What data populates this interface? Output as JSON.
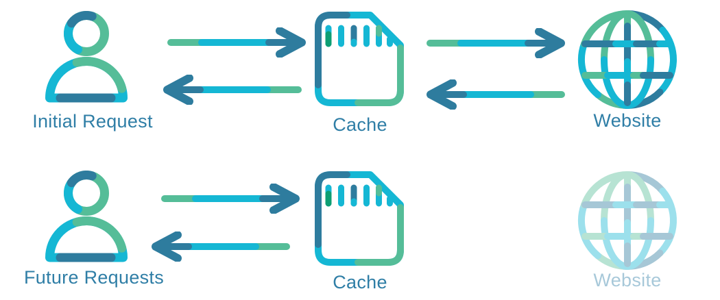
{
  "colors": {
    "cyan": "#15B7D4",
    "steel_teal": "#2E7C9E",
    "green": "#55BD98",
    "dark_green": "#0D9E73",
    "label_text": "#2F7EA6"
  },
  "rows": [
    {
      "source_label": "Initial Request",
      "cache_label": "Cache",
      "website_label": "Website",
      "website_state": "active"
    },
    {
      "source_label": "Future Requests",
      "cache_label": "Cache",
      "website_label": "Website",
      "website_state": "faded"
    }
  ],
  "icons": {
    "source": "user-icon",
    "cache": "memory-card-icon",
    "website": "globe-icon",
    "request": "arrow-right-icon",
    "response": "arrow-left-icon"
  }
}
